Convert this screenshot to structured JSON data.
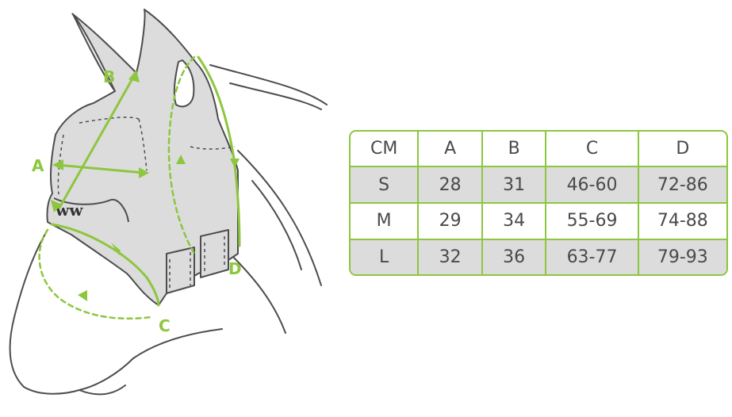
{
  "labels": {
    "a": "A",
    "b": "B",
    "c": "C",
    "d": "D"
  },
  "table": {
    "header": [
      "CM",
      "A",
      "B",
      "C",
      "D"
    ],
    "rows": [
      [
        "S",
        "28",
        "31",
        "46-60",
        "72-86"
      ],
      [
        "M",
        "29",
        "34",
        "55-69",
        "74-88"
      ],
      [
        "L",
        "32",
        "36",
        "63-77",
        "79-93"
      ]
    ]
  },
  "colors": {
    "accent": "#8dc63f",
    "outline": "#4d4d4d",
    "mask": "#dcdcdc"
  },
  "icons": {
    "logo": "woof-wear-logo-icon"
  }
}
